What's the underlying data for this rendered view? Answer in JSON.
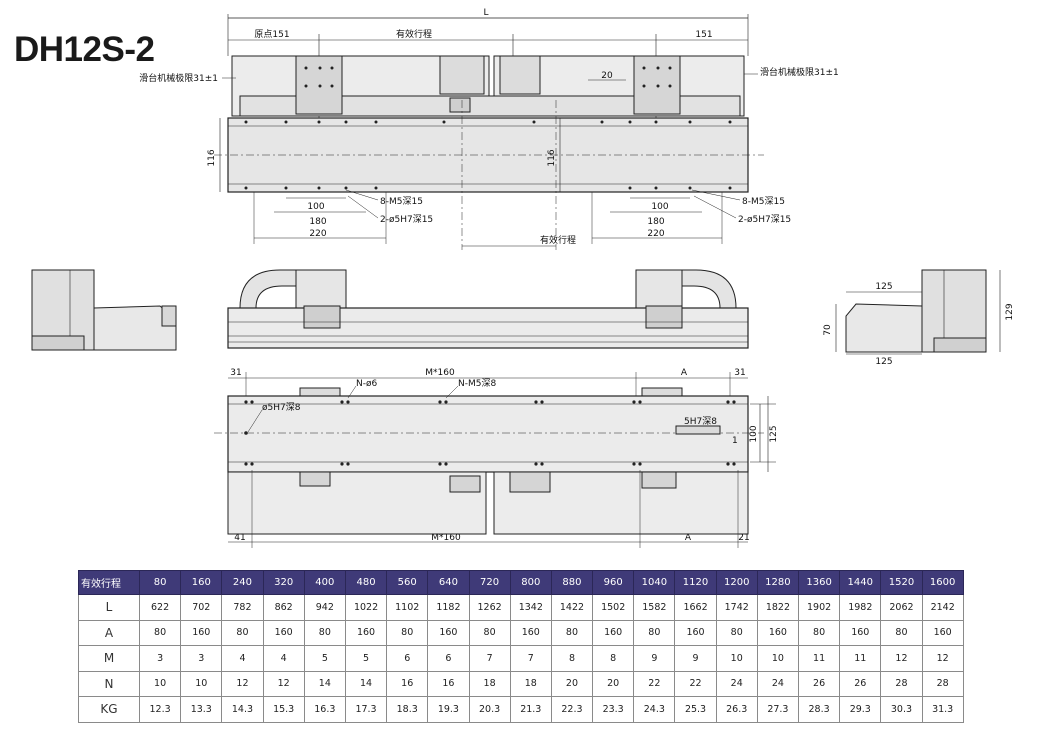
{
  "model_title": "DH12S-2",
  "top_view": {
    "dim_total": "L",
    "dim_origin": "原点151",
    "dim_stroke_top": "有效行程",
    "dim_right": "151",
    "label_left_limit": "滑台机械极限31±1",
    "label_right_limit": "滑台机械极限31±1",
    "dim_height_left": "116",
    "dim_height_center": "116",
    "dim_20": "20",
    "dim_100_left": "100",
    "dim_180_left": "180",
    "dim_220_left": "220",
    "dim_100_right": "100",
    "dim_180_right": "180",
    "dim_220_right": "220",
    "callout_m5_left": "8-M5深15",
    "callout_pin_left": "2-ø5H7深15",
    "callout_m5_right": "8-M5深15",
    "callout_pin_right": "2-ø5H7深15",
    "dim_stroke_bottom": "有效行程"
  },
  "end_view": {
    "dim_125_top": "125",
    "dim_125_bottom": "125",
    "dim_70": "70",
    "dim_129": "129"
  },
  "bottom_view": {
    "dim_31_left": "31",
    "dim_m160_top": "M*160",
    "dim_a_top": "A",
    "dim_31_right": "31",
    "callout_n6": "N-ø6",
    "callout_nm5": "N-M5深8",
    "callout_pin": "ø5H7深8",
    "callout_slot": "5H7深8",
    "dim_1": "1",
    "dim_100": "100",
    "dim_125": "125",
    "dim_41": "41",
    "dim_m160_bottom": "M*160",
    "dim_a_bottom": "A",
    "dim_21": "21"
  },
  "spec_table": {
    "header_label": "有效行程",
    "strokes": [
      "80",
      "160",
      "240",
      "320",
      "400",
      "480",
      "560",
      "640",
      "720",
      "800",
      "880",
      "960",
      "1040",
      "1120",
      "1200",
      "1280",
      "1360",
      "1440",
      "1520",
      "1600"
    ],
    "rows": [
      {
        "label": "L",
        "values": [
          "622",
          "702",
          "782",
          "862",
          "942",
          "1022",
          "1102",
          "1182",
          "1262",
          "1342",
          "1422",
          "1502",
          "1582",
          "1662",
          "1742",
          "1822",
          "1902",
          "1982",
          "2062",
          "2142"
        ]
      },
      {
        "label": "A",
        "values": [
          "80",
          "160",
          "80",
          "160",
          "80",
          "160",
          "80",
          "160",
          "80",
          "160",
          "80",
          "160",
          "80",
          "160",
          "80",
          "160",
          "80",
          "160",
          "80",
          "160"
        ]
      },
      {
        "label": "M",
        "values": [
          "3",
          "3",
          "4",
          "4",
          "5",
          "5",
          "6",
          "6",
          "7",
          "7",
          "8",
          "8",
          "9",
          "9",
          "10",
          "10",
          "11",
          "11",
          "12",
          "12"
        ]
      },
      {
        "label": "N",
        "values": [
          "10",
          "10",
          "12",
          "12",
          "14",
          "14",
          "16",
          "16",
          "18",
          "18",
          "20",
          "20",
          "22",
          "22",
          "24",
          "24",
          "26",
          "26",
          "28",
          "28"
        ]
      },
      {
        "label": "KG",
        "values": [
          "12.3",
          "13.3",
          "14.3",
          "15.3",
          "16.3",
          "17.3",
          "18.3",
          "19.3",
          "20.3",
          "21.3",
          "22.3",
          "23.3",
          "24.3",
          "25.3",
          "26.3",
          "27.3",
          "28.3",
          "29.3",
          "30.3",
          "31.3"
        ]
      }
    ]
  }
}
